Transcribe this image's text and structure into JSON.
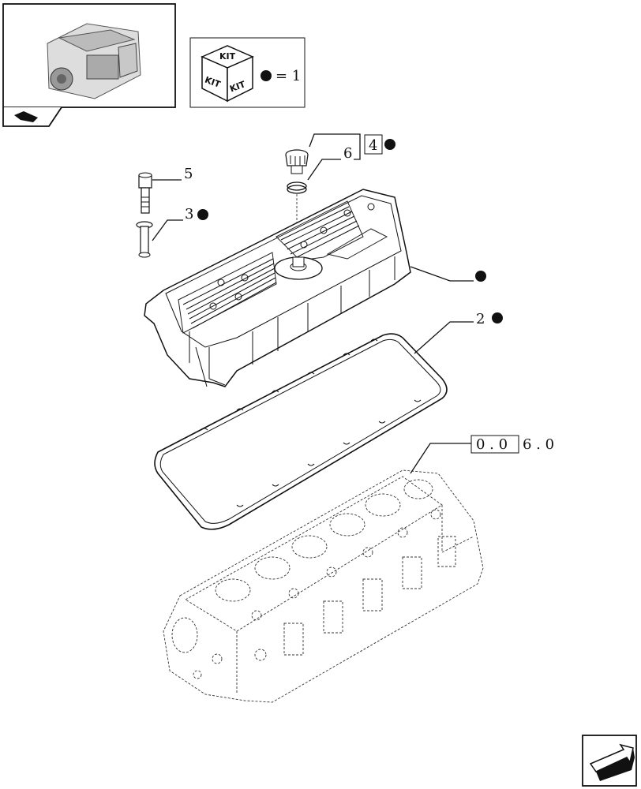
{
  "kit_legend": {
    "equals_text": "= 1",
    "cube_label": "KIT"
  },
  "callouts": [
    {
      "id": "c5",
      "text": "5"
    },
    {
      "id": "c3",
      "text": "3"
    },
    {
      "id": "c6",
      "text": "6"
    },
    {
      "id": "c4",
      "text": "4"
    },
    {
      "id": "c2",
      "text": "2"
    }
  ],
  "reference": {
    "boxed": "0 . 0",
    "rest": "6 . 0"
  },
  "icons": [
    "engine-thumbnail-icon",
    "kit-cube-icon",
    "kit-dot-icon",
    "nav-arrow-icon",
    "next-page-arrow-icon"
  ]
}
